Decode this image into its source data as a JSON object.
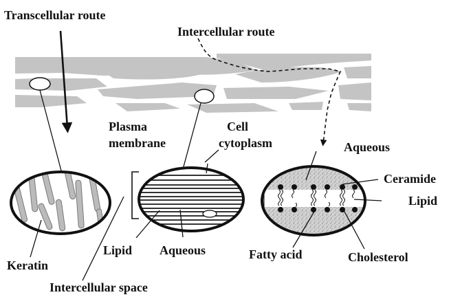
{
  "labels": {
    "transcellular_route": "Transcellular route",
    "intercellular_route": "Intercellular route",
    "plasma": "Plasma",
    "membrane": "membrane",
    "cell": "Cell",
    "cytoplasm": "cytoplasm",
    "aqueous_top": "Aqueous",
    "ceramide": "Ceramide",
    "lipid_right": "Lipid",
    "keratin": "Keratin",
    "lipid_mid": "Lipid",
    "aqueous_mid": "Aqueous",
    "fatty_acid": "Fatty acid",
    "cholesterol": "Cholesterol",
    "intercellular_space": "Intercellular space"
  },
  "colors": {
    "corneocyte": "#c4c4c4",
    "ink": "#111111",
    "background": "#ffffff"
  }
}
